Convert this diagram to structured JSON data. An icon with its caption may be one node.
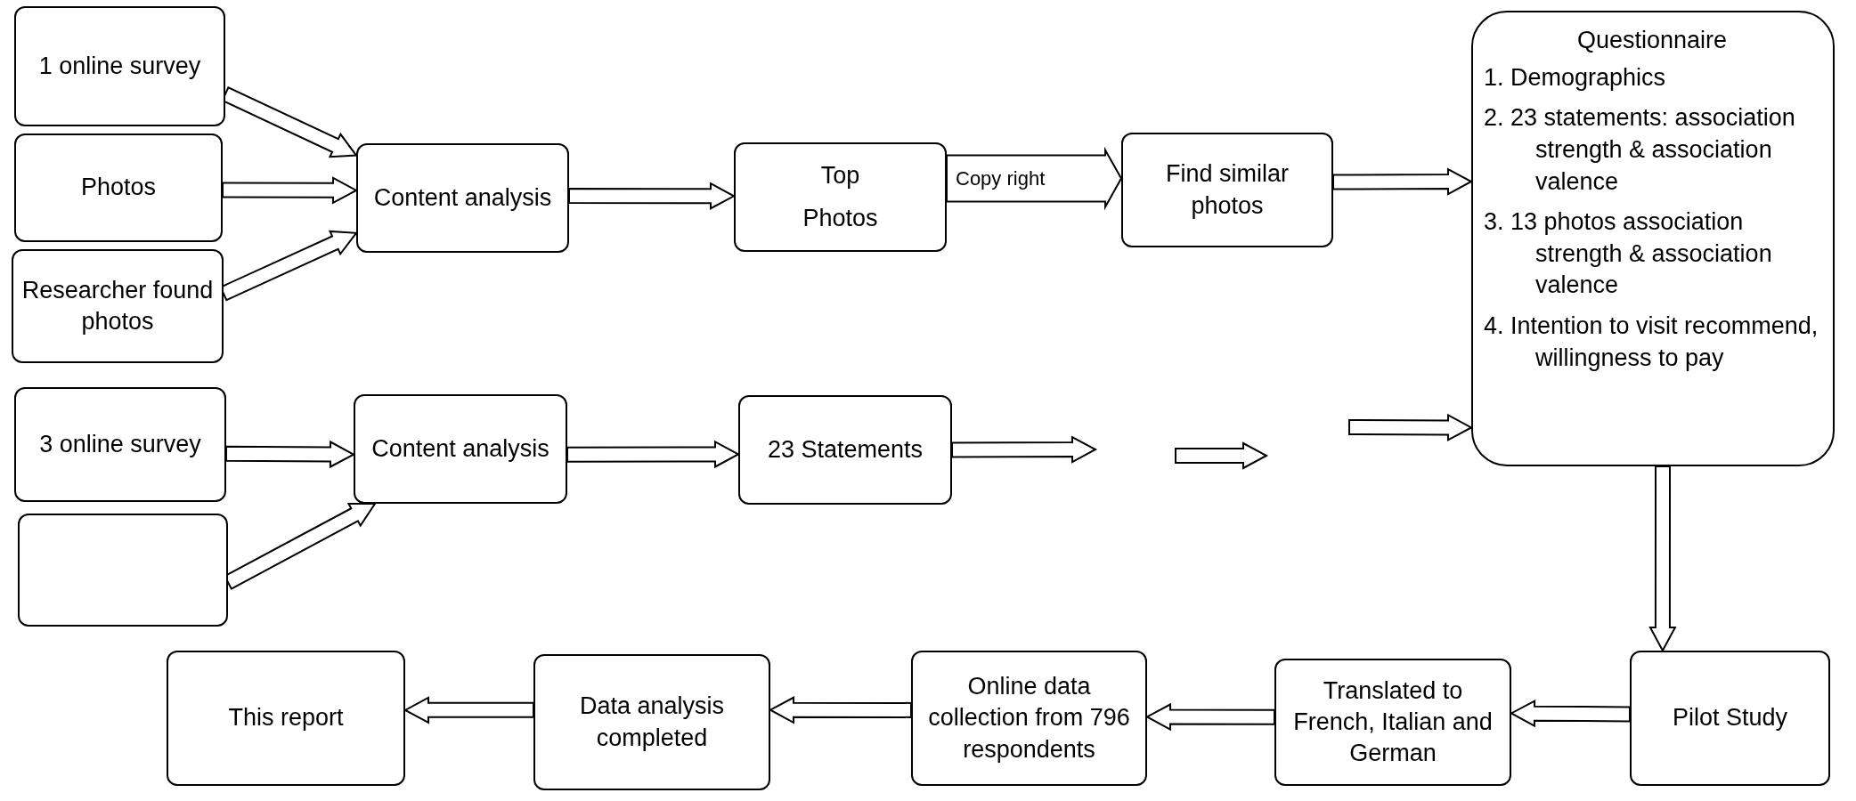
{
  "diagram": {
    "nodes": [
      {
        "text": [
          "1 online survey"
        ]
      },
      {
        "text": [
          "Photos"
        ]
      },
      {
        "text": [
          "Researcher found photos"
        ]
      },
      {
        "text": [
          "Content analysis"
        ]
      },
      {
        "text": [
          "Top",
          "Photos"
        ]
      },
      {
        "text": [
          "Find similar photos"
        ]
      },
      {
        "text": [
          "Questionnaire",
          "1. Demographics",
          "2. 23 statements: association strength & association valence",
          "3. 13 photos association strength & association valence",
          "4. Intention to visit recommend, willingness to pay"
        ]
      },
      {
        "text": [
          "3 online survey"
        ]
      },
      {
        "text": [],
        "shape": "box"
      },
      {
        "text": [
          "Content analysis"
        ]
      },
      {
        "text": [
          "23 Statements"
        ]
      },
      {
        "text": [
          "Pilot Study"
        ]
      },
      {
        "text": [
          "Translated to French, Italian and German"
        ]
      },
      {
        "text": [
          "Online data collection from 796 respondents"
        ]
      },
      {
        "text": [
          "Data analysis completed"
        ]
      },
      {
        "text": [
          "This report"
        ]
      }
    ],
    "edges": [
      {
        "from": 0,
        "to": 3,
        "arrow": "to"
      },
      {
        "from": 1,
        "to": 3,
        "arrow": "to"
      },
      {
        "from": 2,
        "to": 3,
        "arrow": "to"
      },
      {
        "from": 3,
        "to": 4,
        "arrow": "to"
      },
      {
        "from": 4,
        "to": 5,
        "arrow": "to",
        "label": "Copy right"
      },
      {
        "from": 5,
        "to": 6,
        "arrow": "to"
      },
      {
        "from": 7,
        "to": 9,
        "arrow": "to"
      },
      {
        "from": 8,
        "to": 9,
        "arrow": "to"
      },
      {
        "from": 9,
        "to": 10,
        "arrow": "to"
      },
      {
        "from": 10,
        "to": null,
        "arrow": "to"
      },
      {
        "from": null,
        "to": 6,
        "arrow": "to"
      },
      {
        "from": 6,
        "to": 11,
        "arrow": "to"
      },
      {
        "from": 11,
        "to": 12,
        "arrow": "to"
      },
      {
        "from": 12,
        "to": 13,
        "arrow": "to"
      },
      {
        "from": 13,
        "to": 14,
        "arrow": "to"
      },
      {
        "from": 14,
        "to": 15,
        "arrow": "to"
      }
    ]
  }
}
